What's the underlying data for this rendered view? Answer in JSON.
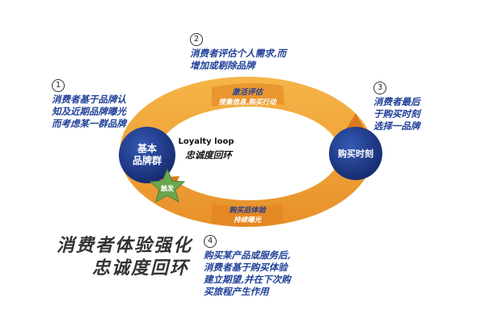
{
  "loop": {
    "title_en": "Loyalty loop",
    "title_cn": "忠诚度回环",
    "ring_color": "#f0a030",
    "node_color": "#1f3b8c",
    "star_color": "#6aa84f"
  },
  "nodes": {
    "left": {
      "line1": "基本",
      "line2": "品牌群"
    },
    "right": {
      "label": "购买时刻"
    },
    "trigger": {
      "label": "触发"
    }
  },
  "band_top": {
    "line1": "激活评估",
    "line2": "搜集信息,购买行动"
  },
  "band_bottom": {
    "line1": "购买后体验",
    "line2": "持续曝光"
  },
  "steps": [
    {
      "num": "1",
      "lines": [
        "消费者基于品牌认",
        "知及近期品牌曝光",
        "而考虑某一群品牌"
      ]
    },
    {
      "num": "2",
      "lines": [
        "消费者评估个人需求,而",
        "增加或剔除品牌"
      ]
    },
    {
      "num": "3",
      "lines": [
        "消费者最后",
        "于购买时刻",
        "选择一品牌"
      ]
    },
    {
      "num": "4",
      "lines": [
        "购买某产品或服务后,",
        "消费者基于购买体验",
        "建立期望,并在下次购",
        "买旅程产生作用"
      ]
    }
  ],
  "caption": {
    "line1": "消费者体验强化",
    "line2": "忠诚度回环"
  }
}
